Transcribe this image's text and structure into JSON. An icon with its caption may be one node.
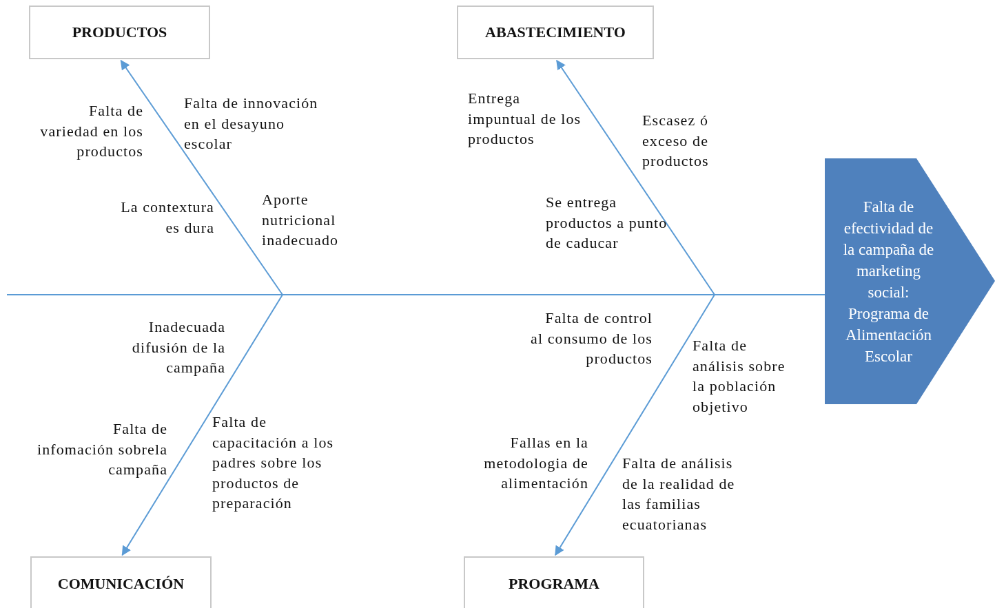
{
  "diagram": {
    "nodes": [
      {
        "text": [
          "PRODUCTOS"
        ]
      },
      {
        "text": [
          "ABASTECIMIENTO"
        ]
      },
      {
        "text": [
          "Falta de efectividad de la campaña de marketing social: Programa de Alimentación Escolar"
        ]
      },
      {
        "text": [
          "COMUNICACIÓN"
        ]
      },
      {
        "text": [
          "PROGRAMA"
        ]
      }
    ],
    "edges": [
      {
        "from": null,
        "to": 2,
        "arrow": "none"
      },
      {
        "from": null,
        "to": 0,
        "arrow": "to"
      },
      {
        "from": null,
        "to": 1,
        "arrow": "to"
      },
      {
        "from": null,
        "to": 3,
        "arrow": "to"
      },
      {
        "from": null,
        "to": 4,
        "arrow": "to"
      }
    ],
    "labels": [
      "Falta de variedad en los productos",
      "Falta de innovación en el desayuno escolar",
      "Entrega impuntual de los productos",
      "Escasez ó exceso de productos",
      "La contextura es dura",
      "Aporte nutricional inadecuado",
      "Se entrega productos a punto de caducar",
      "Inadecuada difusión de la campaña",
      "Falta de control al consumo de los productos",
      "Falta de análisis sobre la población objetivo",
      "Falta de infomación sobrela campaña",
      "Falta de capacitación a los padres sobre los productos de preparación",
      "Fallas en la metodologia de alimentación",
      "Falta de análisis de la realidad de las familias ecuatorianas"
    ]
  }
}
